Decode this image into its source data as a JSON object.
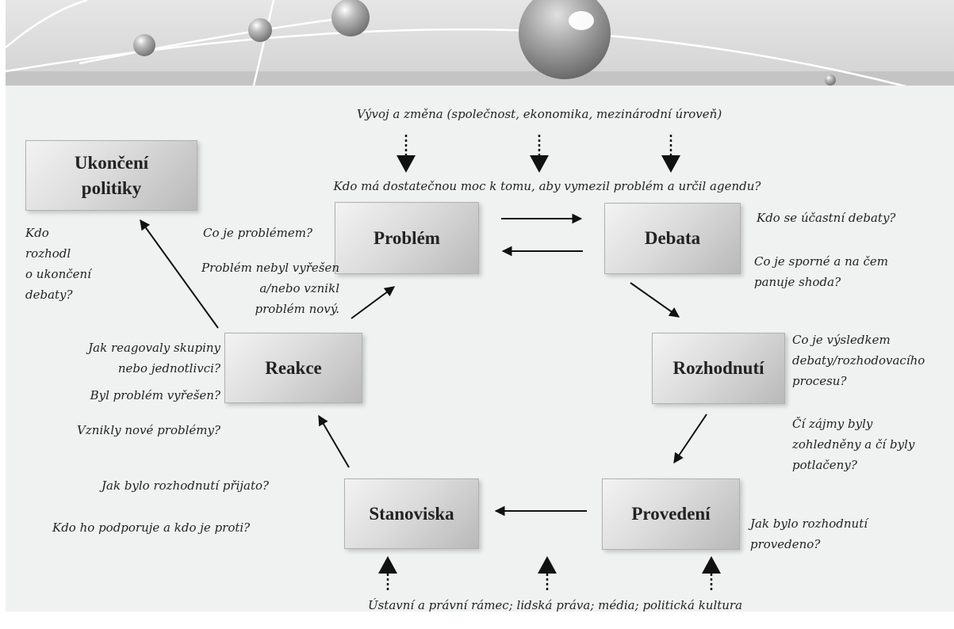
{
  "colors": {
    "panel": "#eff2f0",
    "box_gradient_light": "#f3f3f3",
    "box_gradient_dark": "#b9b9b9",
    "arrow": "#111111"
  },
  "boxes": {
    "ukonceni": [
      "Ukončení",
      "politiky"
    ],
    "problem": "Problém",
    "debata": "Debata",
    "rozhodnuti": "Rozhodnutí",
    "provedeni": "Provedení",
    "stanoviska": "Stanoviska",
    "reakce": "Reakce"
  },
  "notes": {
    "top_context": "Vývoj a změna (společnost, ekonomika, mezinárodní úroveň)",
    "power_question": "Kdo má dostatečnou moc k tomu, aby vymezil problém a určil agendu?",
    "ukonceni_q": [
      "Kdo",
      "rozhodl",
      "o ukončení",
      "debaty?"
    ],
    "problem_q": "Co je problémem?",
    "problem_unsolved": [
      "Problém nebyl vyřešen",
      "a/nebo vznikl",
      "problém nový."
    ],
    "debata_q1": "Kdo se účastní debaty?",
    "debata_q2": [
      "Co je sporné a na čem",
      "panuje shoda?"
    ],
    "rozhodnuti_q1": [
      "Co je výsledkem",
      "debaty/rozhodovacího",
      "procesu?"
    ],
    "rozhodnuti_q2": [
      "Čí zájmy byly",
      "zohledněny a čí byly",
      "potlačeny?"
    ],
    "reakce_q1": [
      "Jak reagovaly skupiny",
      "nebo jednotlivci?"
    ],
    "reakce_q2": "Byl problém vyřešen?",
    "reakce_q3": "Vznikly nové problémy?",
    "stanoviska_q1": "Jak bylo rozhodnutí přijato?",
    "stanoviska_q2": "Kdo ho podporuje a kdo je proti?",
    "provedeni_q": [
      "Jak bylo rozhodnutí",
      "provedeno?"
    ],
    "bottom_context": "Ústavní a právní rámec; lidská práva; média; politická kultura"
  }
}
